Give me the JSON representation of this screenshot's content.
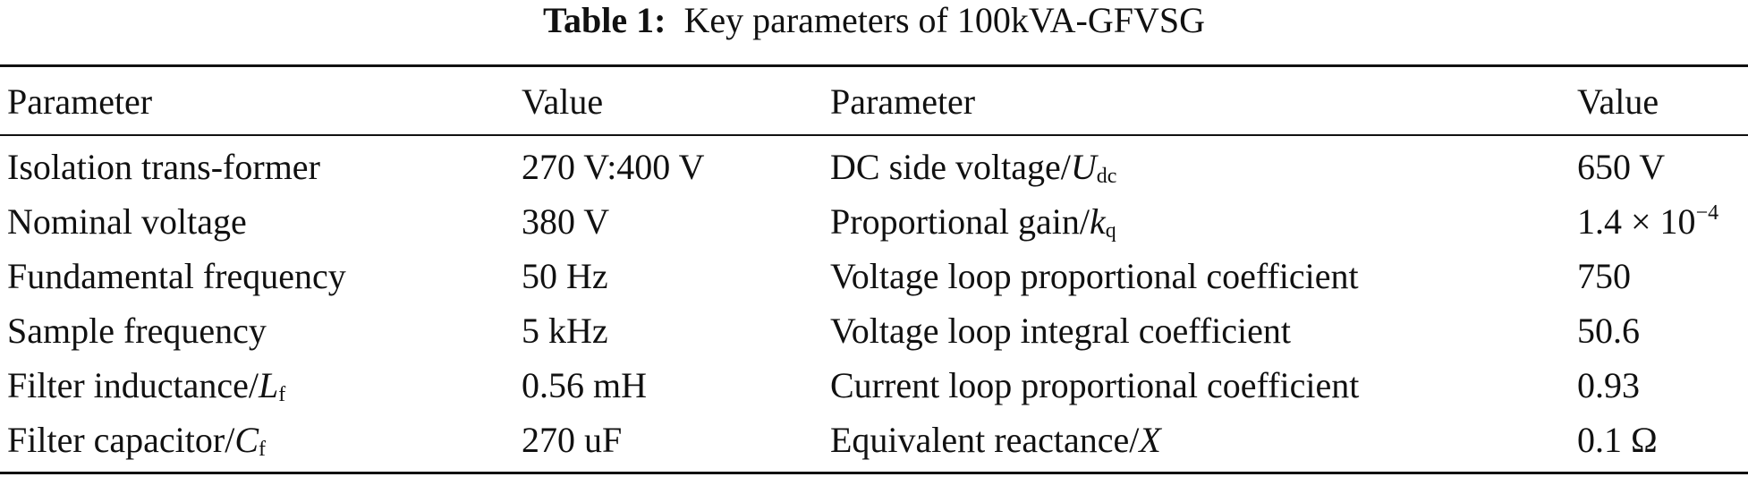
{
  "caption": {
    "label": "Table 1:",
    "text": "Key parameters of 100kVA-GFVSG"
  },
  "columns": [
    "Parameter",
    "Value",
    "Parameter",
    "Value"
  ],
  "rows": [
    {
      "left": {
        "param": "Isolation trans-former",
        "param_sym": "",
        "param_sub": "",
        "value": "270 V:400 V"
      },
      "right": {
        "param": "DC side voltage/",
        "param_sym": "U",
        "param_sub": "dc",
        "value": "650 V"
      }
    },
    {
      "left": {
        "param": "Nominal voltage",
        "param_sym": "",
        "param_sub": "",
        "value": "380 V"
      },
      "right": {
        "param": "Proportional gain/",
        "param_sym": "k",
        "param_sub": "q",
        "value": "1.4 × 10",
        "value_exp": "−4"
      }
    },
    {
      "left": {
        "param": "Fundamental frequency",
        "param_sym": "",
        "param_sub": "",
        "value": "50 Hz"
      },
      "right": {
        "param": "Voltage loop proportional coefficient",
        "param_sym": "",
        "param_sub": "",
        "value": "750"
      }
    },
    {
      "left": {
        "param": "Sample frequency",
        "param_sym": "",
        "param_sub": "",
        "value": "5 kHz"
      },
      "right": {
        "param": "Voltage loop integral coefficient",
        "param_sym": "",
        "param_sub": "",
        "value": "50.6"
      }
    },
    {
      "left": {
        "param": "Filter inductance/",
        "param_sym": "L",
        "param_sub": "f",
        "value": "0.56 mH"
      },
      "right": {
        "param": "Current loop proportional coefficient",
        "param_sym": "",
        "param_sub": "",
        "value": "0.93"
      }
    },
    {
      "left": {
        "param": "Filter capacitor/",
        "param_sym": "C",
        "param_sub": "f",
        "value": "270 uF"
      },
      "right": {
        "param": "Equivalent reactance/",
        "param_sym": "X",
        "param_sub": "",
        "value": "0.1 Ω"
      }
    }
  ]
}
